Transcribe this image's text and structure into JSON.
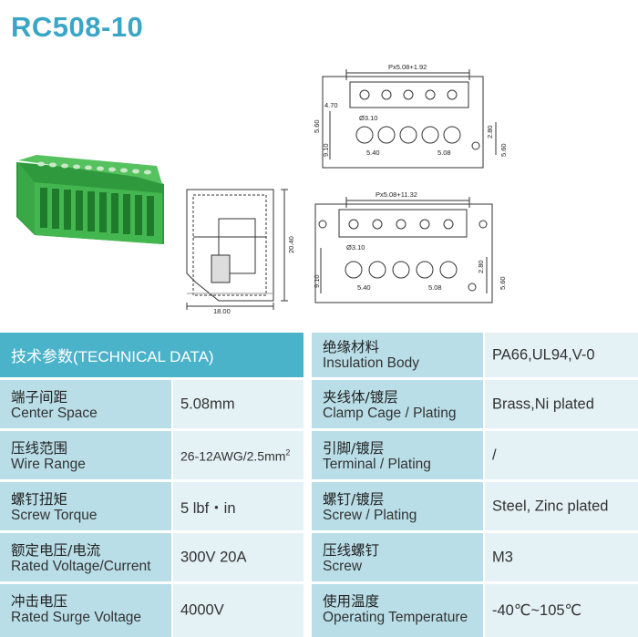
{
  "title": "RC508-10",
  "drawing": {
    "top_pitch": "Px5.08+1.92",
    "bottom_pitch": "Px5.08+11.32",
    "dim_470": "4.70",
    "dim_560": "5.60",
    "dim_910": "9.10",
    "dim_310": "Ø3.10",
    "dim_540": "5.40",
    "dim_508": "5.08",
    "dim_280": "2.80",
    "dim_2040": "20.40",
    "dim_1800": "18.00"
  },
  "table": {
    "header": "技术参数(TECHNICAL DATA)",
    "left_rows": [
      {
        "cn": "端子间距",
        "en": "Center Space",
        "value": "5.08mm"
      },
      {
        "cn": "压线范围",
        "en": "Wire Range",
        "value": "26-12AWG/2.5mm",
        "sup": "2"
      },
      {
        "cn": "螺钉扭矩",
        "en": "Screw Torque",
        "value": "5 lbf・in"
      },
      {
        "cn": "额定电压/电流",
        "en": "Rated Voltage/Current",
        "value": "300V 20A"
      },
      {
        "cn": "冲击电压",
        "en": "Rated Surge Voltage",
        "value": "4000V"
      }
    ],
    "right_rows": [
      {
        "cn": "绝缘材料",
        "en": "Insulation Body",
        "value": "PA66,UL94,V-0"
      },
      {
        "cn": "夹线体/镀层",
        "en": "Clamp Cage / Plating",
        "value": "Brass,Ni plated"
      },
      {
        "cn": "引脚/镀层",
        "en": "Terminal / Plating",
        "value": "/"
      },
      {
        "cn": "螺钉/镀层",
        "en": "Screw / Plating",
        "value": "Steel, Zinc plated"
      },
      {
        "cn": "压线螺钉",
        "en": "Screw",
        "value": "M3"
      },
      {
        "cn": "使用温度",
        "en": "Operating Temperature",
        "value": "-40℃~105℃"
      }
    ]
  },
  "colors": {
    "accent": "#3aa6c6",
    "header": "#4bb3c9",
    "label_bg": "#b9dee7",
    "value_bg": "#e4f1f5",
    "product_green": "#3fae4a"
  }
}
